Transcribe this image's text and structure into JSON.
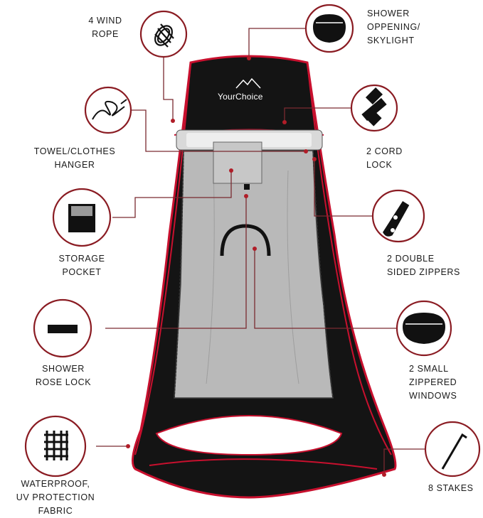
{
  "brand": {
    "name": "YourChoice"
  },
  "colors": {
    "tent_body": "#141414",
    "tent_trim": "#c8102e",
    "tent_interior": "#b9b9b9",
    "callout_ring": "#8a1b22",
    "leader_line": "#7a2a30"
  },
  "features": [
    {
      "id": "wind-rope",
      "icon": "coiled-rope-icon",
      "lines": [
        "4 WIND",
        "ROPE"
      ]
    },
    {
      "id": "shower-opening",
      "icon": "round-opening-icon",
      "lines": [
        "SHOWER",
        "OPPENING/",
        "SKYLIGHT"
      ]
    },
    {
      "id": "towel-hanger",
      "icon": "cord-hanger-icon",
      "lines": [
        "TOWEL/CLOTHES",
        "HANGER"
      ]
    },
    {
      "id": "cord-lock",
      "icon": "cord-lock-icon",
      "lines": [
        "2 CORD",
        "LOCK"
      ]
    },
    {
      "id": "storage-pocket",
      "icon": "pocket-icon",
      "lines": [
        "STORAGE",
        "POCKET"
      ]
    },
    {
      "id": "double-zippers",
      "icon": "zipper-pull-icon",
      "lines": [
        "2 DOUBLE",
        "SIDED ZIPPERS"
      ]
    },
    {
      "id": "shower-rose-lock",
      "icon": "strap-icon",
      "lines": [
        "SHOWER",
        "ROSE LOCK"
      ]
    },
    {
      "id": "small-windows",
      "icon": "window-icon",
      "lines": [
        "2 SMALL",
        "ZIPPERED",
        "WINDOWS"
      ]
    },
    {
      "id": "waterproof-fabric",
      "icon": "fabric-mesh-icon",
      "lines": [
        "WATERPROOF,",
        "UV PROTECTION",
        "FABRIC"
      ]
    },
    {
      "id": "stakes",
      "icon": "stake-icon",
      "lines": [
        "8 STAKES"
      ]
    }
  ]
}
